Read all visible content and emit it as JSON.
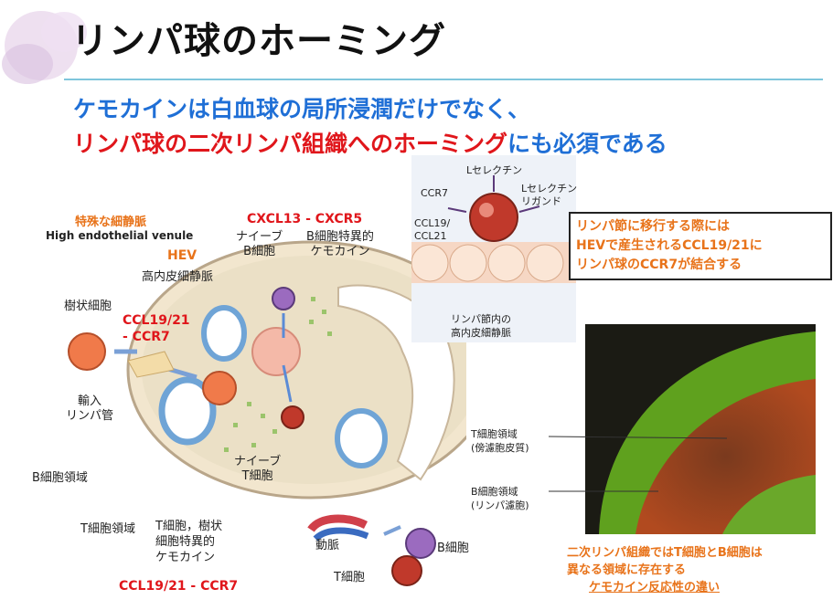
{
  "title": "リンパ球のホーミング",
  "subtitle_line1": "ケモカインは白血球の局所浸潤だけでなく、",
  "subtitle_line2_red": "リンパ球の二次リンパ組織へのホーミング",
  "subtitle_line2_blue": "にも必須である",
  "diagram": {
    "special_vein": "特殊な細静脈",
    "hev_english": "High endothelial venule",
    "hev": "HEV",
    "hev_jp": "高内皮細静脈",
    "cxcl13": "CXCL13 - CXCR5",
    "naive_b": "ナイーブ\nB細胞",
    "b_specific": "B細胞特異的\nケモカイン",
    "dendritic": "樹状細胞",
    "ccl19_ccr7_a": "CCL19/21",
    "ccl19_ccr7_b": "- CCR7",
    "afferent": "輸入\nリンパ管",
    "b_area": "B細胞領域",
    "naive_t": "ナイーブ\nT細胞",
    "t_area": "T細胞領域",
    "t_specific": "T細胞，樹状\n細胞特異的\nケモカイン",
    "ccl19_bottom": "CCL19/21 - CCR7",
    "artery": "動脈",
    "b_cell": "B細胞",
    "t_cell": "T細胞"
  },
  "inset": {
    "l_selectin": "Lセレクチン",
    "ccr7": "CCR7",
    "l_selectin_ligand": "Lセレクチン\nリガンド",
    "ccl19_21": "CCL19/\nCCL21",
    "caption": "リンパ節内の\n高内皮細静脈"
  },
  "callout": {
    "line1": "リンパ節に移行する際には",
    "line2": "HEVで産生されるCCL19/21に",
    "line3": "リンパ球のCCR7が結合する"
  },
  "micro": {
    "t_area": "T細胞領域\n(傍濾胞皮質)",
    "b_area": "B細胞領域\n(リンパ濾胞)"
  },
  "bottom_caption": {
    "line1": "二次リンパ組織ではT細胞とB細胞は",
    "line2": "異なる領域に存在する",
    "line3": "ケモカイン反応性の違い"
  },
  "colors": {
    "title_blue": "#1f6fd6",
    "accent_red": "#e0161b",
    "accent_orange": "#e8731a",
    "rule": "#7fc6dc"
  }
}
